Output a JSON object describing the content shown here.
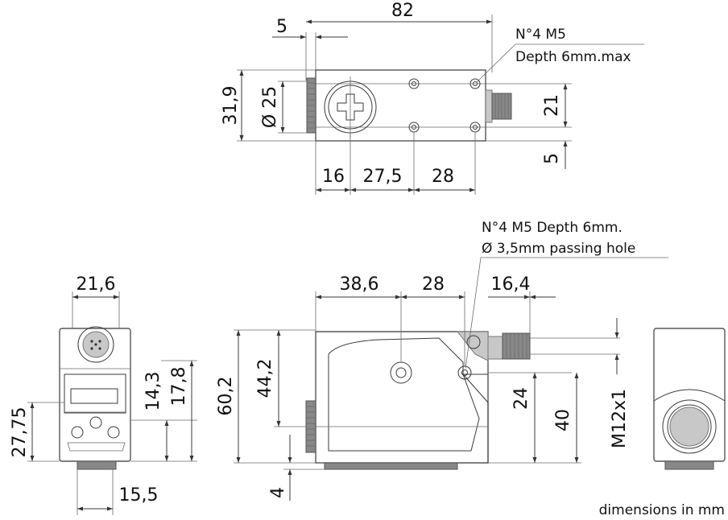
{
  "top_view": {
    "dims": {
      "length": "82",
      "offset": "5",
      "height": "31,9",
      "lens_dia": "Ø 25",
      "hole_spacing_v": "21",
      "hole_offset_v": "5",
      "seg_1": "16",
      "seg_2": "27,5",
      "seg_3": "28"
    },
    "note_line1": "N°4 M5",
    "note_line2": "Depth 6mm.max"
  },
  "side_view": {
    "dims": {
      "seg_1": "38,6",
      "seg_2": "28",
      "seg_3": "16,4",
      "height_total": "60,2",
      "height_2": "44,2",
      "height_3": "24",
      "height_4": "40",
      "connector": "M12x1",
      "bottom": "4"
    },
    "note_line1": "N°4 M5 Depth 6mm.",
    "note_line2": "Ø 3,5mm passing hole"
  },
  "front_view": {
    "dims": {
      "width": "21,6",
      "h1": "14,3",
      "h2": "17,8",
      "h3": "27,75",
      "bottom": "15,5"
    }
  },
  "footer": "dimensions in mm"
}
